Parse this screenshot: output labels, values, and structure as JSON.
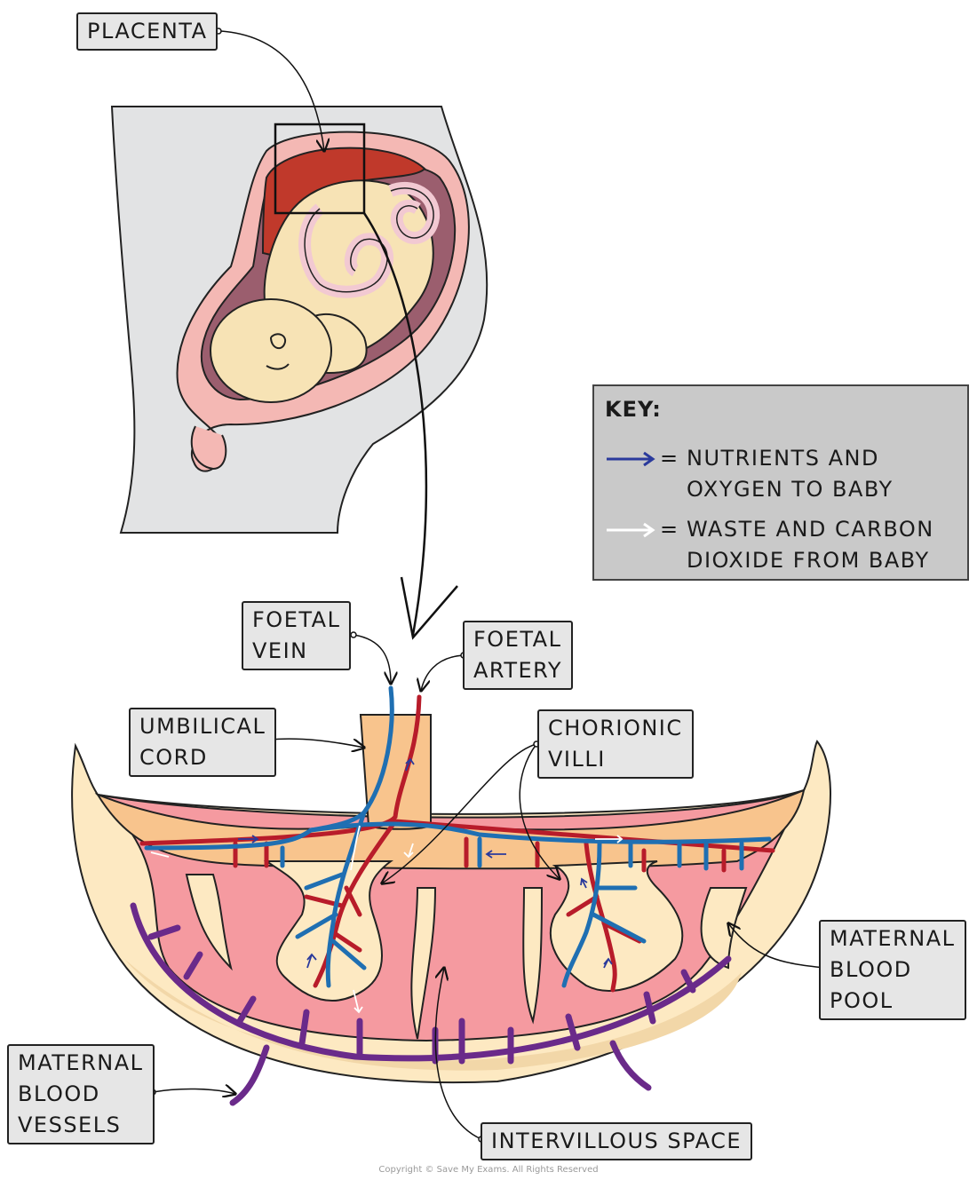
{
  "labels": {
    "placenta": "PLACENTA",
    "foetal_vein": [
      "FOETAL",
      "VEIN"
    ],
    "foetal_artery": [
      "FOETAL",
      "ARTERY"
    ],
    "umbilical_cord": [
      "UMBILICAL",
      "CORD"
    ],
    "chorionic_villi": [
      "CHORIONIC",
      "VILLI"
    ],
    "maternal_blood_pool": [
      "MATERNAL",
      "BLOOD",
      "POOL"
    ],
    "maternal_blood_vessels": [
      "MATERNAL",
      "BLOOD",
      "VESSELS"
    ],
    "intervillous_space": "INTERVILLOUS SPACE"
  },
  "key": {
    "title": "KEY:",
    "items": [
      {
        "symbol": "blue-arrow",
        "equals": "=",
        "lines": [
          "NUTRIENTS AND",
          "OXYGEN TO BABY"
        ],
        "color": "#2a3a9c"
      },
      {
        "symbol": "white-arrow",
        "equals": "=",
        "lines": [
          "WASTE AND CARBON",
          "DIOXIDE FROM BABY"
        ],
        "color": "#ffffff"
      }
    ]
  },
  "colors": {
    "placenta": "#c0392b",
    "uterus_wall": "#f4b8b4",
    "amniotic": "#9b5e6e",
    "baby_skin": "#f7e3b5",
    "cord": "#f2c9d2",
    "tissue": "#fde9c2",
    "blood_pool": "#f59aa0",
    "cord_orange": "#f8c48d",
    "vein": "#1f6fb2",
    "artery": "#b81c2a",
    "maternal_vessel": "#6a2a8a",
    "body_bg": "#e2e3e4"
  },
  "copyright": "Copyright © Save My Exams. All Rights Reserved"
}
